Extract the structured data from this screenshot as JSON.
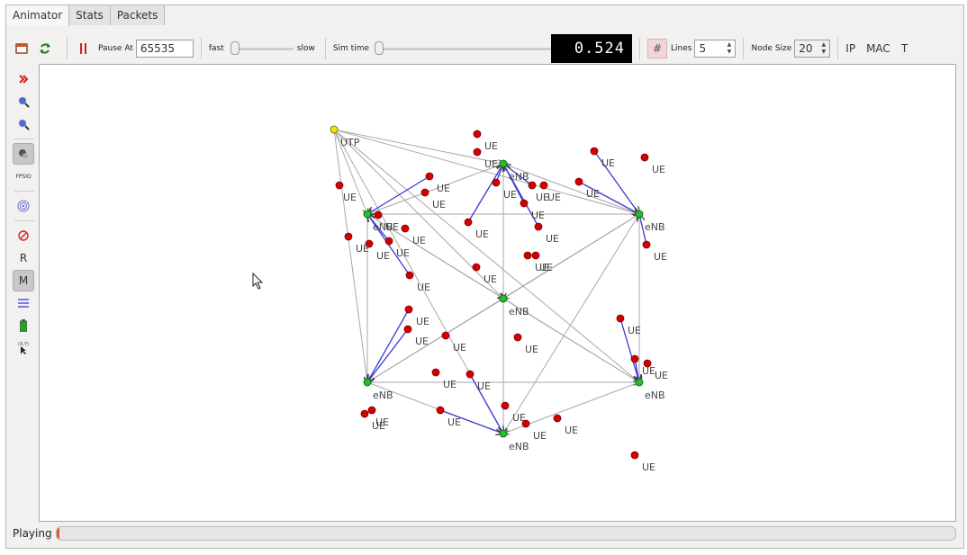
{
  "tabs": [
    {
      "label": "Animator",
      "active": true
    },
    {
      "label": "Stats",
      "active": false
    },
    {
      "label": "Packets",
      "active": false
    }
  ],
  "toolbar": {
    "pause_at_label": "Pause At",
    "pause_at_value": "65535",
    "speed_fast_label": "fast",
    "speed_slow_label": "slow",
    "speed_slider_value": 0.0,
    "sim_time_label": "Sim time",
    "sim_time_slider_value": 0.0,
    "time_display": "0.524",
    "grid_icon": "#",
    "lines_label": "Lines",
    "lines_value": "5",
    "node_size_label": "Node Size",
    "node_size_value": "20",
    "ip_label": "IP",
    "mac_label": "MAC",
    "t_label": "T"
  },
  "sidebar": {
    "r_label": "R",
    "m_label": "M",
    "fps_label": "FPSIO",
    "xy_label": "(X,Y)"
  },
  "status": {
    "label": "Playing",
    "progress_fraction": 0.003
  },
  "colors": {
    "ue": "#d40000",
    "enb": "#22c222",
    "pgw": "#f2e200",
    "link_blue": "#3a3ad8",
    "link_gray": "#a8a8a8",
    "link_dark": "#555555"
  },
  "topology": {
    "pgw": {
      "id": "pgw",
      "label": "UTP"
    },
    "enbs": [
      {
        "id": "e1",
        "label": "eNB"
      },
      {
        "id": "e2",
        "label": "eNB"
      },
      {
        "id": "e3",
        "label": "eNB"
      },
      {
        "id": "e4",
        "label": "eNB"
      },
      {
        "id": "e5",
        "label": "eNB"
      },
      {
        "id": "e6",
        "label": "eNB"
      },
      {
        "id": "e7",
        "label": "eNB"
      }
    ],
    "ue_label": "UE"
  }
}
